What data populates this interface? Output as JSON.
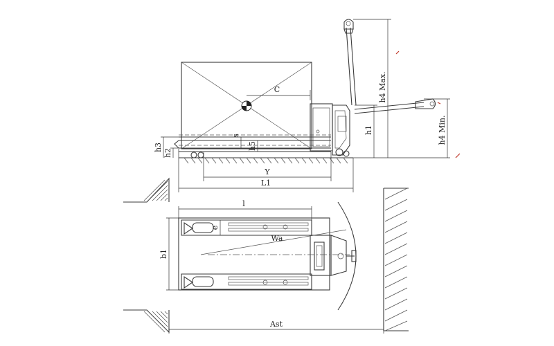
{
  "dimensions": {
    "C": "C",
    "h4max": "h4 Max.",
    "h4min": "h4 Min.",
    "h1": "h1",
    "h3": "h3",
    "h2": "h2",
    "s": "s",
    "h5": "h5",
    "Y": "Y",
    "L1": "L1",
    "l": "l",
    "e": "e",
    "b1": "b1",
    "Wa": "Wa",
    "Ast": "Ast"
  },
  "colors": {
    "line": "#3a3a3a",
    "accent": "#c0392b"
  }
}
